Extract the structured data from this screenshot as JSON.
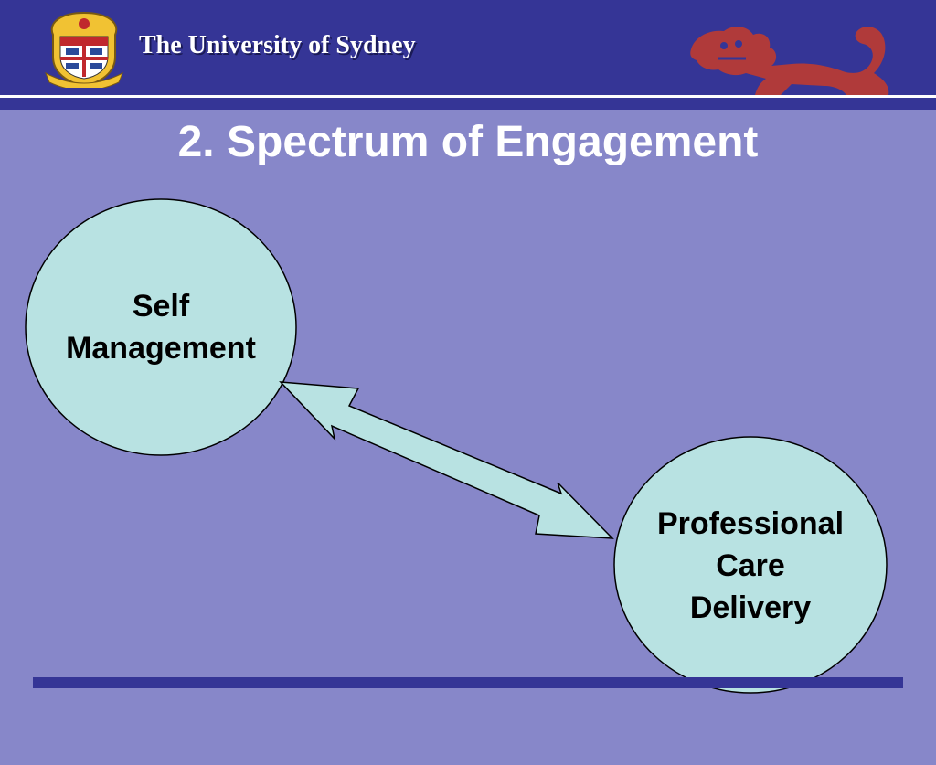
{
  "header": {
    "brand_name": "The University of Sydney"
  },
  "slide": {
    "title": "2. Spectrum of Engagement"
  },
  "diagram": {
    "nodes": [
      {
        "id": "self",
        "lines": [
          "Self",
          "Management"
        ]
      },
      {
        "id": "pro",
        "lines": [
          "Professional",
          "Care",
          "Delivery"
        ]
      }
    ],
    "connector": "double-headed-arrow"
  },
  "colors": {
    "background": "#8787c9",
    "header": "#353596",
    "node_fill": "#b8e2e2",
    "arrow_fill": "#b8e2e2",
    "lion": "#b03a3a",
    "text": "#000000",
    "title": "#ffffff"
  },
  "icons": {
    "crest": "university-crest-icon",
    "lion": "lion-emblem-icon"
  }
}
